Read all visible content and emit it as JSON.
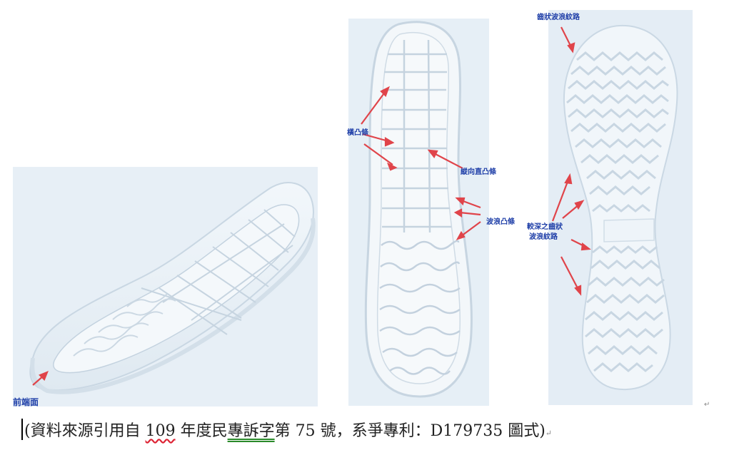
{
  "images": {
    "perspective": {
      "label_front": "前端面"
    },
    "bottom_middle": {
      "label_transverse": "橫凸條",
      "label_longitudinal": "縱向直凸條",
      "label_wave": "波浪凸條"
    },
    "bottom_right": {
      "label_zigzag": "齒狀波浪紋路",
      "label_deep_line1": "較深之齒狀",
      "label_deep_line2": "波浪紋路"
    }
  },
  "caption": {
    "open": "(",
    "part1": "資料來源引用自 ",
    "year": "109",
    "part2": " 年度民",
    "case": "專訴字",
    "part3": "第 75 號，系爭專利：D179735 圖式)",
    "para_mark": "↵"
  },
  "colors": {
    "label": "#1f3fa8",
    "arrow": "#e0444a",
    "panel_bg": "#e9f1f7"
  }
}
